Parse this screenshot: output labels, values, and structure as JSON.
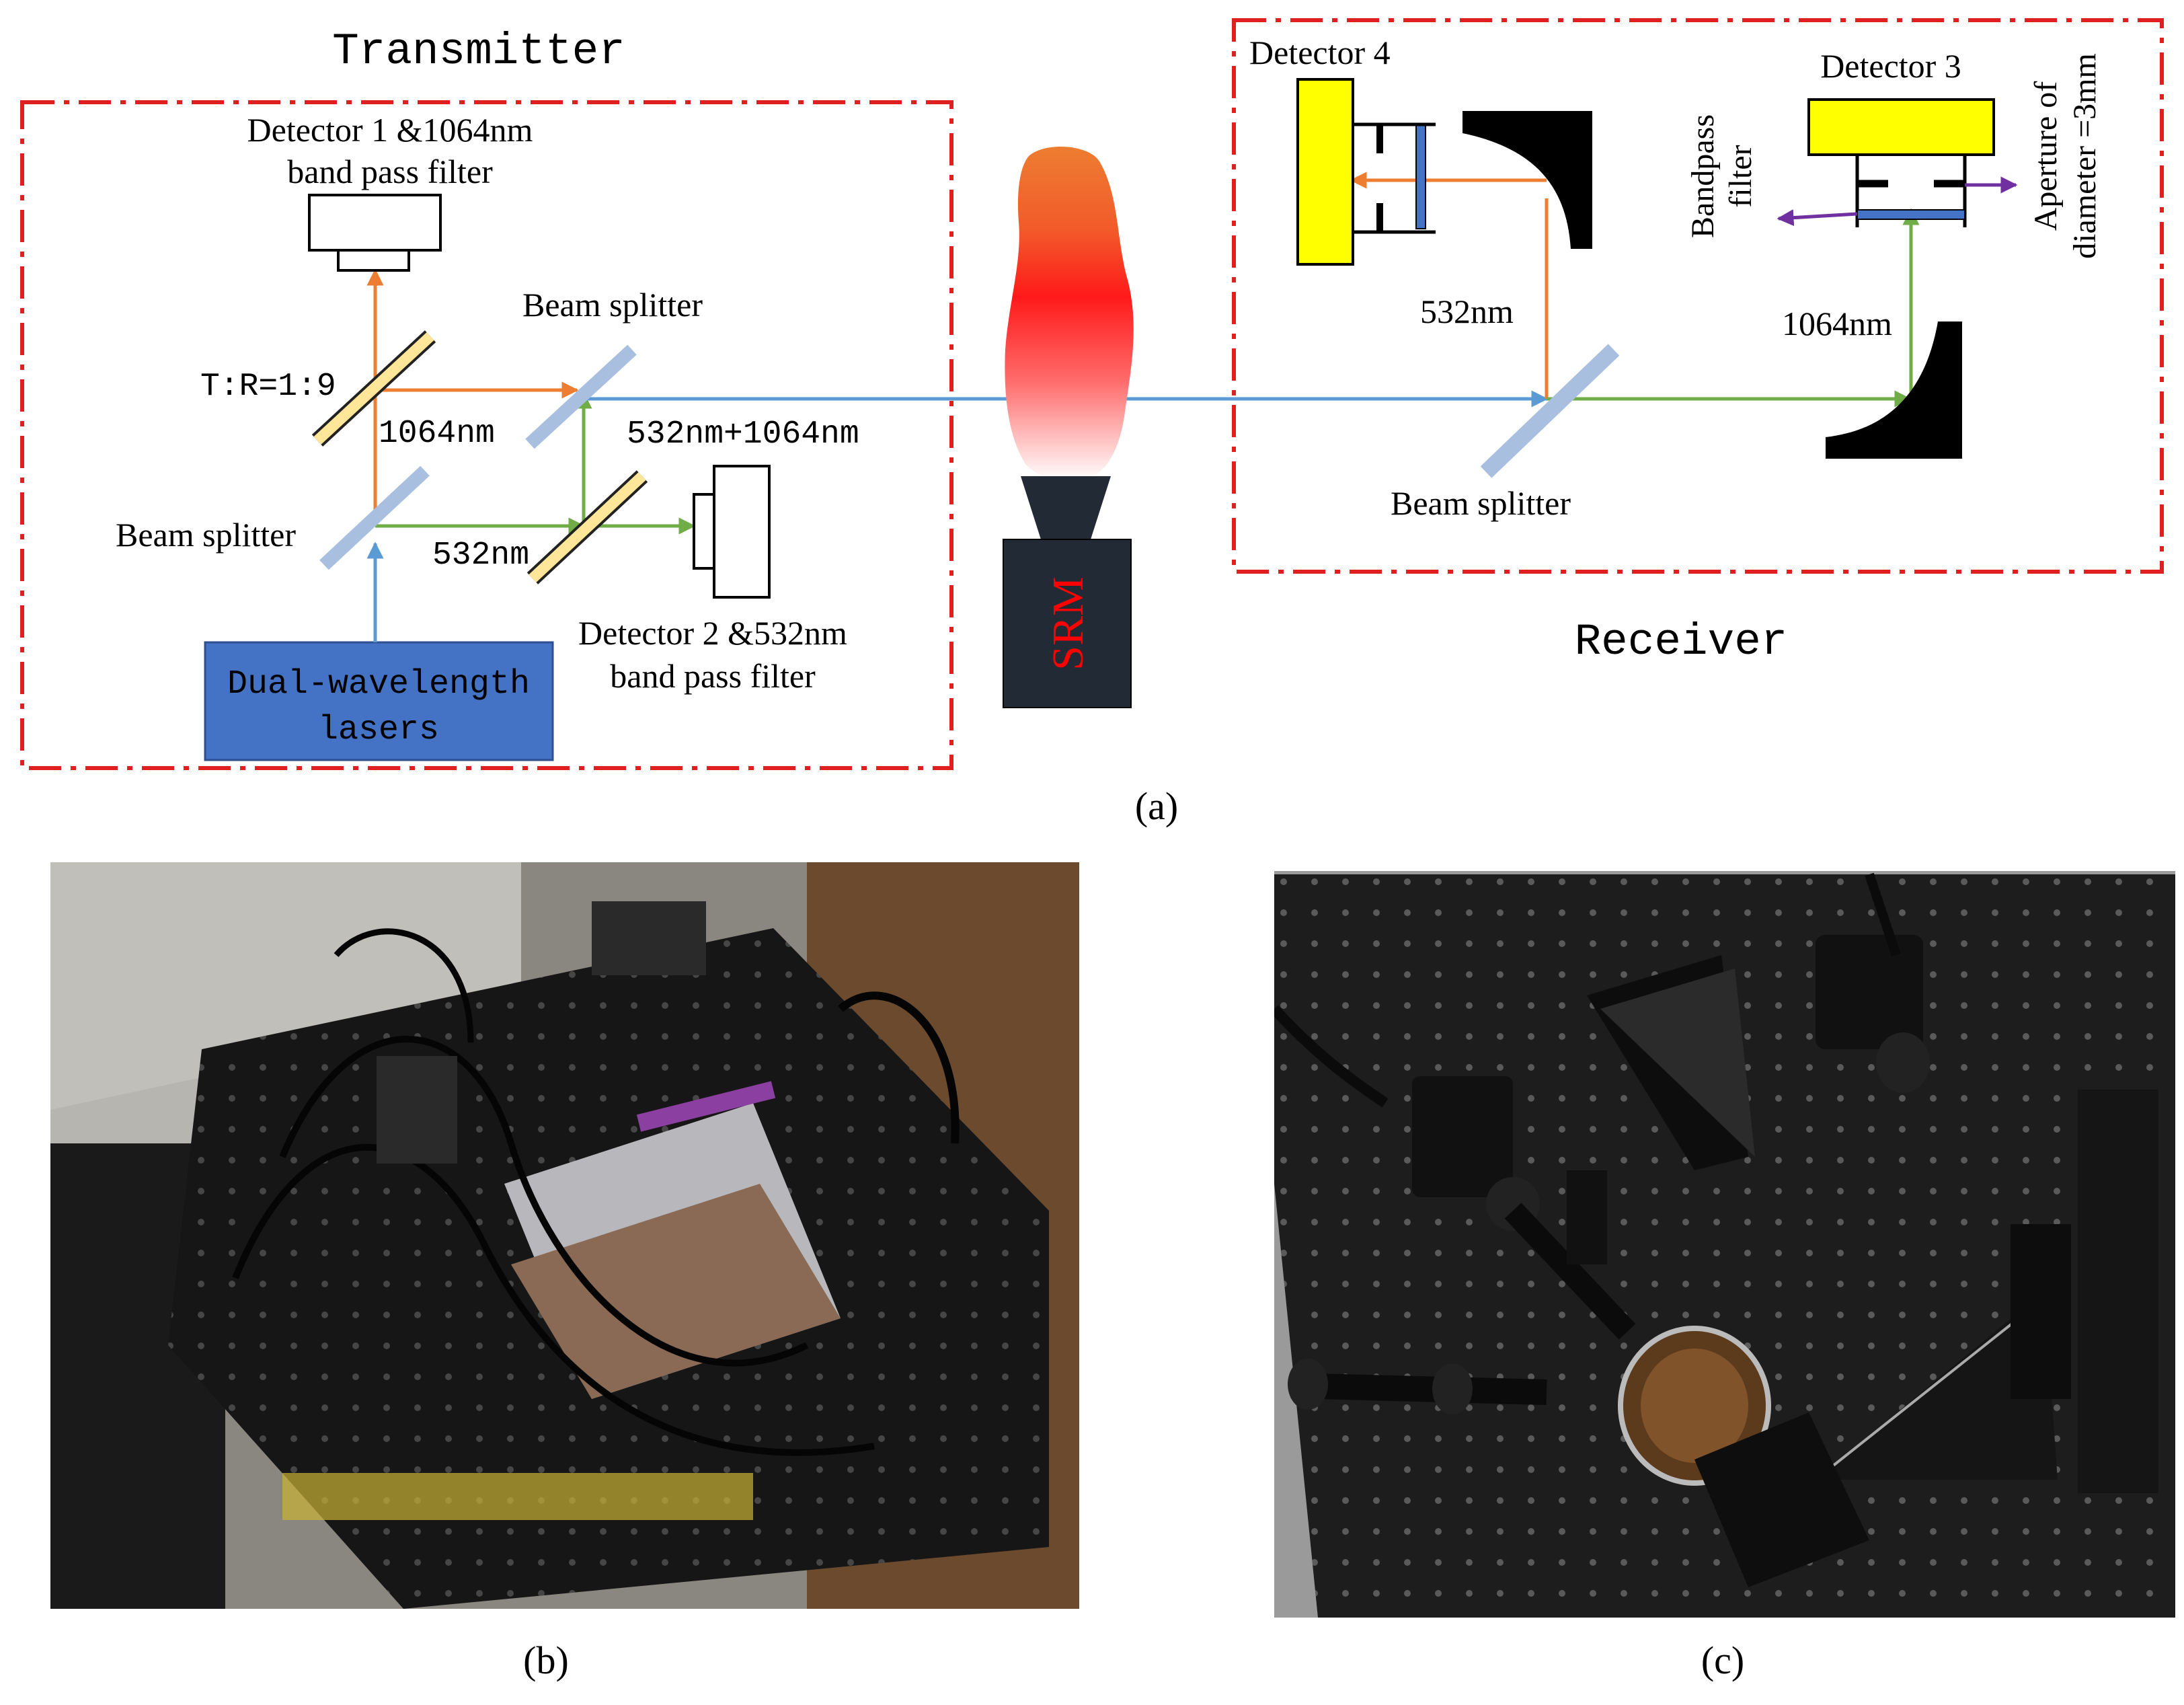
{
  "panel_a": {
    "transmitter_title": "Transmitter",
    "receiver_title": "Receiver",
    "detector1": [
      "Detector 1 &1064nm",
      "band pass filter"
    ],
    "detector2": [
      "Detector 2 &532nm",
      "band pass filter"
    ],
    "detector3": "Detector 3",
    "detector4": "Detector 4",
    "beam_splitter_tx_top": "Beam splitter",
    "beam_splitter_tx_bottom": "Beam splitter",
    "beam_splitter_rx": "Beam splitter",
    "ratio": "T:R=1:9",
    "tx_1064": "1064nm",
    "tx_532": "532nm",
    "tx_combined": "532nm+1064nm",
    "rx_532": "532nm",
    "rx_1064": "1064nm",
    "laser": [
      "Dual-wavelength",
      "lasers"
    ],
    "srm": "SRM",
    "bandpass": [
      "Bandpass",
      "filter"
    ],
    "aperture": [
      "Aperture of",
      "diameter =3mm"
    ],
    "caption": "(a)"
  },
  "panel_b": {
    "caption": "(b)"
  },
  "panel_c": {
    "caption": "(c)"
  },
  "colors": {
    "box_border": "#e02020",
    "beam_blue": "#5b9bd5",
    "beam_orange": "#ed7d31",
    "beam_green": "#70ad47",
    "laser_fill": "#4472c4",
    "detector_yellow": "#ffff00",
    "splitter_gray": "#a9bfe0",
    "filter_gold": "#ffe699",
    "arrow_purple": "#7030a0"
  }
}
